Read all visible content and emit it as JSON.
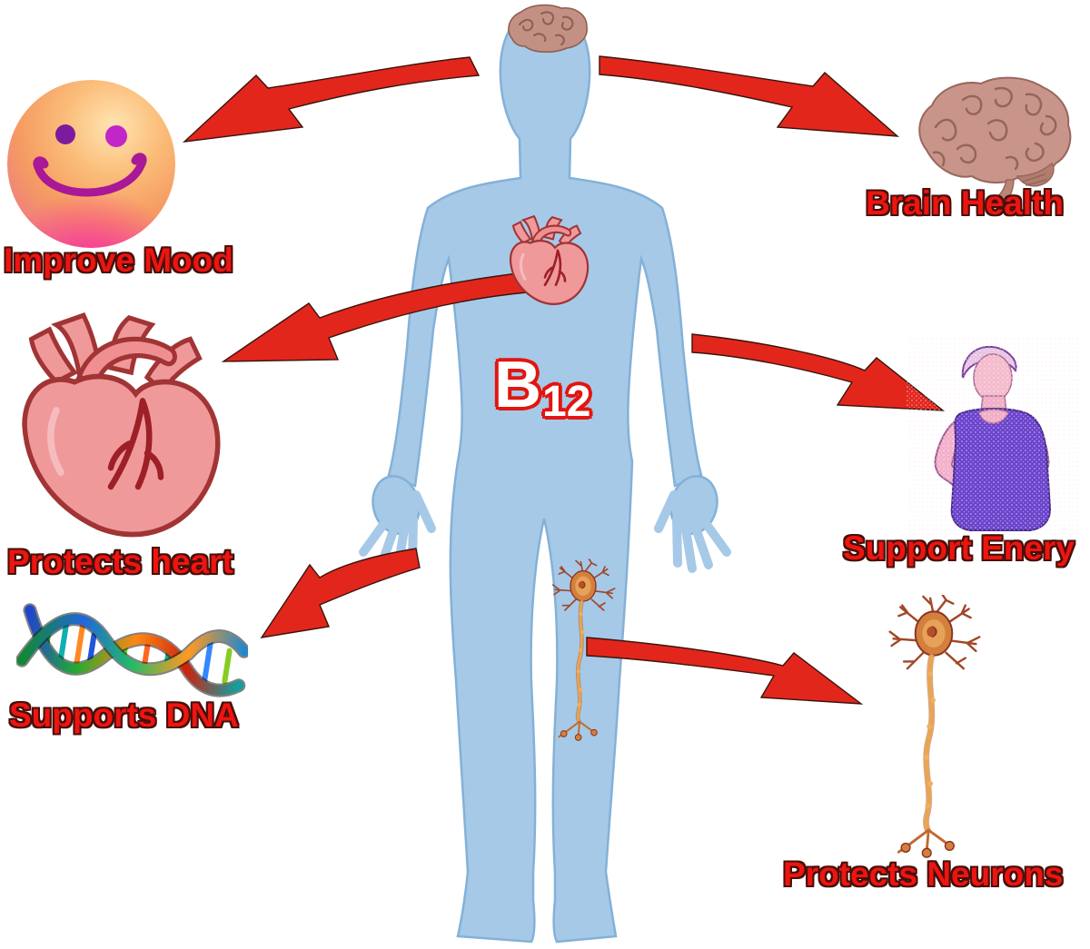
{
  "b12": {
    "main": "B",
    "sub": "12"
  },
  "benefits": [
    {
      "id": "improve-mood",
      "label": "Improve Mood",
      "icon": "smiley-face-icon",
      "side": "left"
    },
    {
      "id": "protects-heart",
      "label": "Protects heart",
      "icon": "heart-icon",
      "side": "left"
    },
    {
      "id": "supports-dna",
      "label": "Supports DNA",
      "icon": "dna-helix-icon",
      "side": "left"
    },
    {
      "id": "brain-health",
      "label": "Brain Health",
      "icon": "brain-icon",
      "side": "right"
    },
    {
      "id": "support-energy",
      "label": "Support Enery",
      "icon": "exercising-person-icon",
      "side": "right"
    },
    {
      "id": "protects-neurons",
      "label": "Protects Neurons",
      "icon": "neuron-icon",
      "side": "right"
    }
  ],
  "body_icons": [
    "brain-in-head-icon",
    "heart-in-chest-icon",
    "neuron-in-leg-icon"
  ],
  "colors": {
    "arrow_red": "#e3261c",
    "label_red": "#ee1410",
    "label_outline": "#45100a",
    "body_blue": "#a6c9e8",
    "body_edge": "#84b1d7",
    "b12_fill": "#ffffff",
    "b12_outline": "#e3150f",
    "background": "#ffffff"
  }
}
